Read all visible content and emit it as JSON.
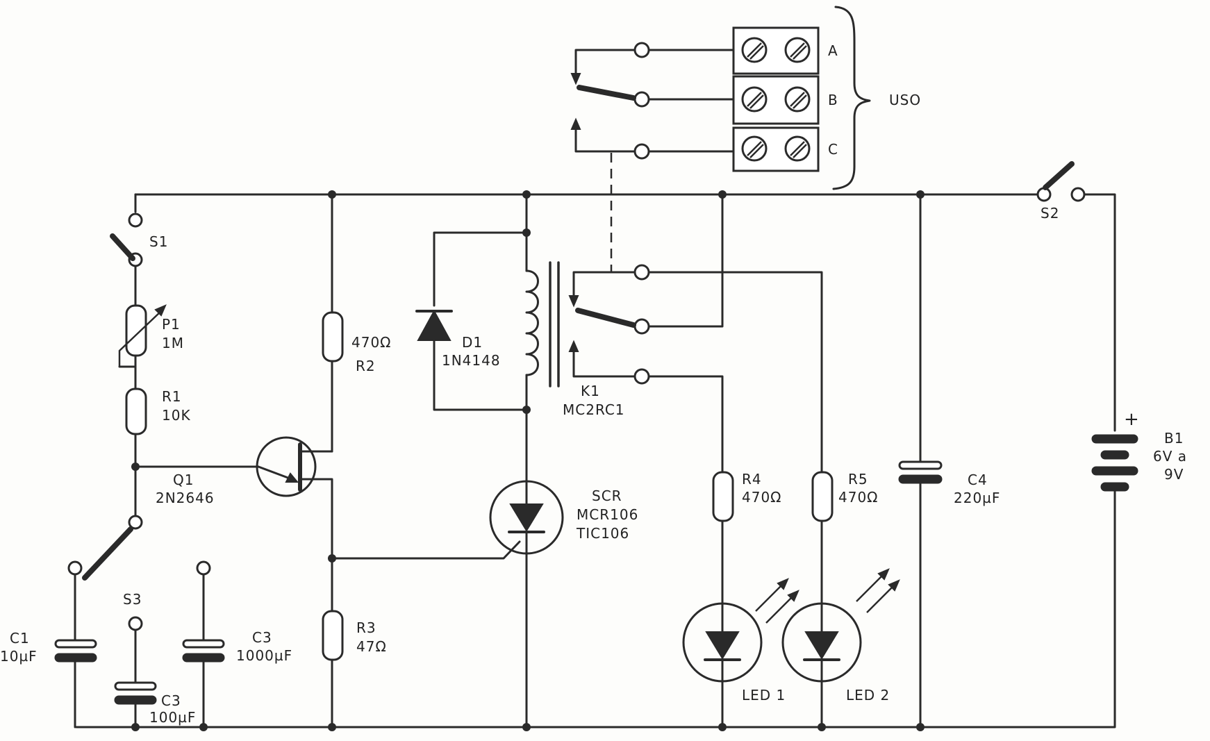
{
  "labels": {
    "s1": "S1",
    "s2": "S2",
    "s3": "S3",
    "p1_name": "P1",
    "p1_value": "1M",
    "r1_name": "R1",
    "r1_value": "10K",
    "r2_value": "470Ω",
    "r2_name": "R2",
    "r3_name": "R3",
    "r3_value": "47Ω",
    "r4_name": "R4",
    "r4_value": "470Ω",
    "r5_name": "R5",
    "r5_value": "470Ω",
    "d1_name": "D1",
    "d1_value": "1N4148",
    "k1_name": "K1",
    "k1_value": "MC2RC1",
    "q1_name": "Q1",
    "q1_value": "2N2646",
    "scr_name": "SCR",
    "scr_value1": "MCR106",
    "scr_value2": "TIC106",
    "c1_name": "C1",
    "c1_value": "10µF",
    "c2_name": "C3",
    "c2_value": "100µF",
    "c3_name": "C3",
    "c3_value": "1000µF",
    "c4_name": "C4",
    "c4_value": "220µF",
    "b1_name": "B1",
    "b1_value1": "6V a",
    "b1_value2": "9V",
    "b1_plus": "+",
    "led1": "LED 1",
    "led2": "LED 2",
    "term_a": "A",
    "term_b": "B",
    "term_c": "C",
    "uso": "USO"
  }
}
